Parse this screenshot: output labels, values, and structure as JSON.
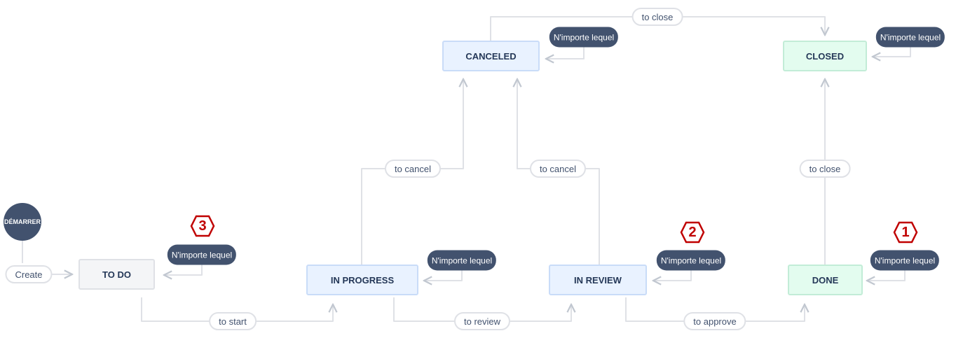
{
  "start": {
    "label": "DÉMARRER"
  },
  "statuses": {
    "todo": "TO DO",
    "in_progress": "IN PROGRESS",
    "in_review": "IN REVIEW",
    "done": "DONE",
    "canceled": "CANCELED",
    "closed": "CLOSED"
  },
  "transitions": {
    "create": "Create",
    "to_start": "to start",
    "to_review": "to review",
    "to_approve": "to approve",
    "to_cancel_from_progress": "to cancel",
    "to_cancel_from_review": "to cancel",
    "to_close_from_done": "to close",
    "to_close_from_canceled": "to close"
  },
  "any_status_label": "N'importe lequel",
  "annotations": {
    "m1": "1",
    "m2": "2",
    "m3": "3"
  },
  "colors": {
    "line": "#dfe1e6",
    "dark_badge": "#42526e",
    "marker": "#c00000",
    "blue_status": "#e9f2ff",
    "green_status": "#e3fcef",
    "gray_status": "#f4f5f7"
  }
}
